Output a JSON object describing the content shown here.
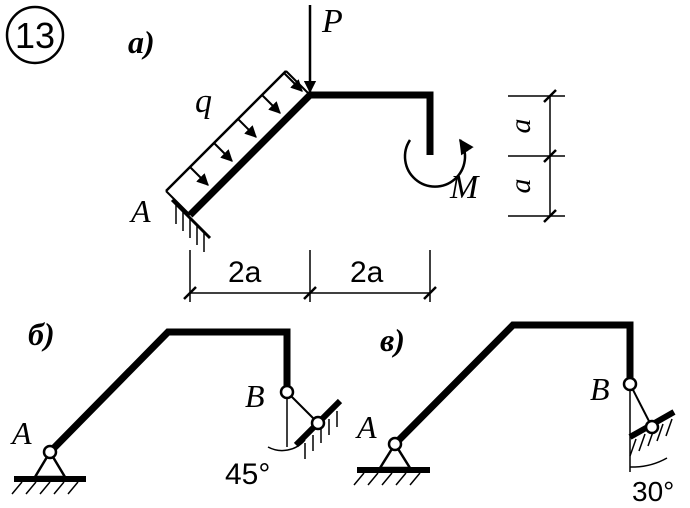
{
  "problem_number": "13",
  "diagram_a": {
    "caption": "а)",
    "load_P": "P",
    "load_q": "q",
    "moment_M": "M",
    "support_A": "A",
    "dim_left": "2a",
    "dim_right": "2a",
    "dim_v_upper": "a",
    "dim_v_lower": "a"
  },
  "diagram_b": {
    "caption": "б)",
    "support_A": "A",
    "support_B": "B",
    "angle": "45°"
  },
  "diagram_v": {
    "caption": "в)",
    "support_A": "A",
    "support_B": "B",
    "angle": "30°"
  }
}
